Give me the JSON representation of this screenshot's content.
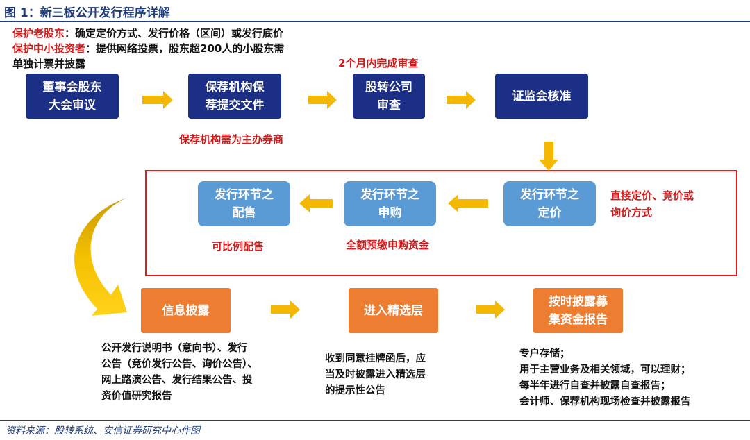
{
  "title": "图 1：新三板公开发行程序详解",
  "notes": {
    "line1_key": "保护老股东",
    "line1_rest": "：确定定价方式、发行价格（区间）或发行底价",
    "line2_key": "保护中小投资者",
    "line2_rest": "：提供网络投票，股东超200人的小股东需",
    "line3": "单独计票并披露"
  },
  "steps_row1": [
    {
      "label": "董事会股东\n大会审议"
    },
    {
      "label": "保荐机构保\n荐提交文件"
    },
    {
      "label": "股转公司\n审查"
    },
    {
      "label": "证监会核准"
    }
  ],
  "row1_notes": {
    "above_review": "2个月内完成审查",
    "below_sponsor": "保荐机构需为主办券商"
  },
  "steps_row2": [
    {
      "label": "发行环节之\n配售"
    },
    {
      "label": "发行环节之\n申购"
    },
    {
      "label": "发行环节之\n定价"
    }
  ],
  "row2_notes": {
    "pricing_methods": "直接定价、竞价或\n询价方式",
    "placement": "可比例配售",
    "subscription": "全额预缴申购资金"
  },
  "steps_row3": [
    {
      "label": "信息披露"
    },
    {
      "label": "进入精选层"
    },
    {
      "label": "按时披露募\n集资金报告"
    }
  ],
  "row3_desc": {
    "disclosure": "公开发行说明书（意向书）、发行\n公告（竞价发行公告、询价公告）、\n网上路演公告、发行结果公告、投\n资价值研究报告",
    "select_tier": "收到同意挂牌函后，应\n当及时披露进入精选层\n的提示性公告",
    "funds": "专户存储；\n用于主营业务及相关领域，可以理财；\n每半年进行自查并披露自查报告；\n会计师、保荐机构现场检查并披露报告"
  },
  "source": "资料来源：股转系统、安信证券研究中心作图",
  "colors": {
    "navy": "#1b2f86",
    "lightblue": "#5b9bd5",
    "orange": "#ed7d31",
    "arrow": "#f5b800",
    "red": "#d21a1a"
  }
}
